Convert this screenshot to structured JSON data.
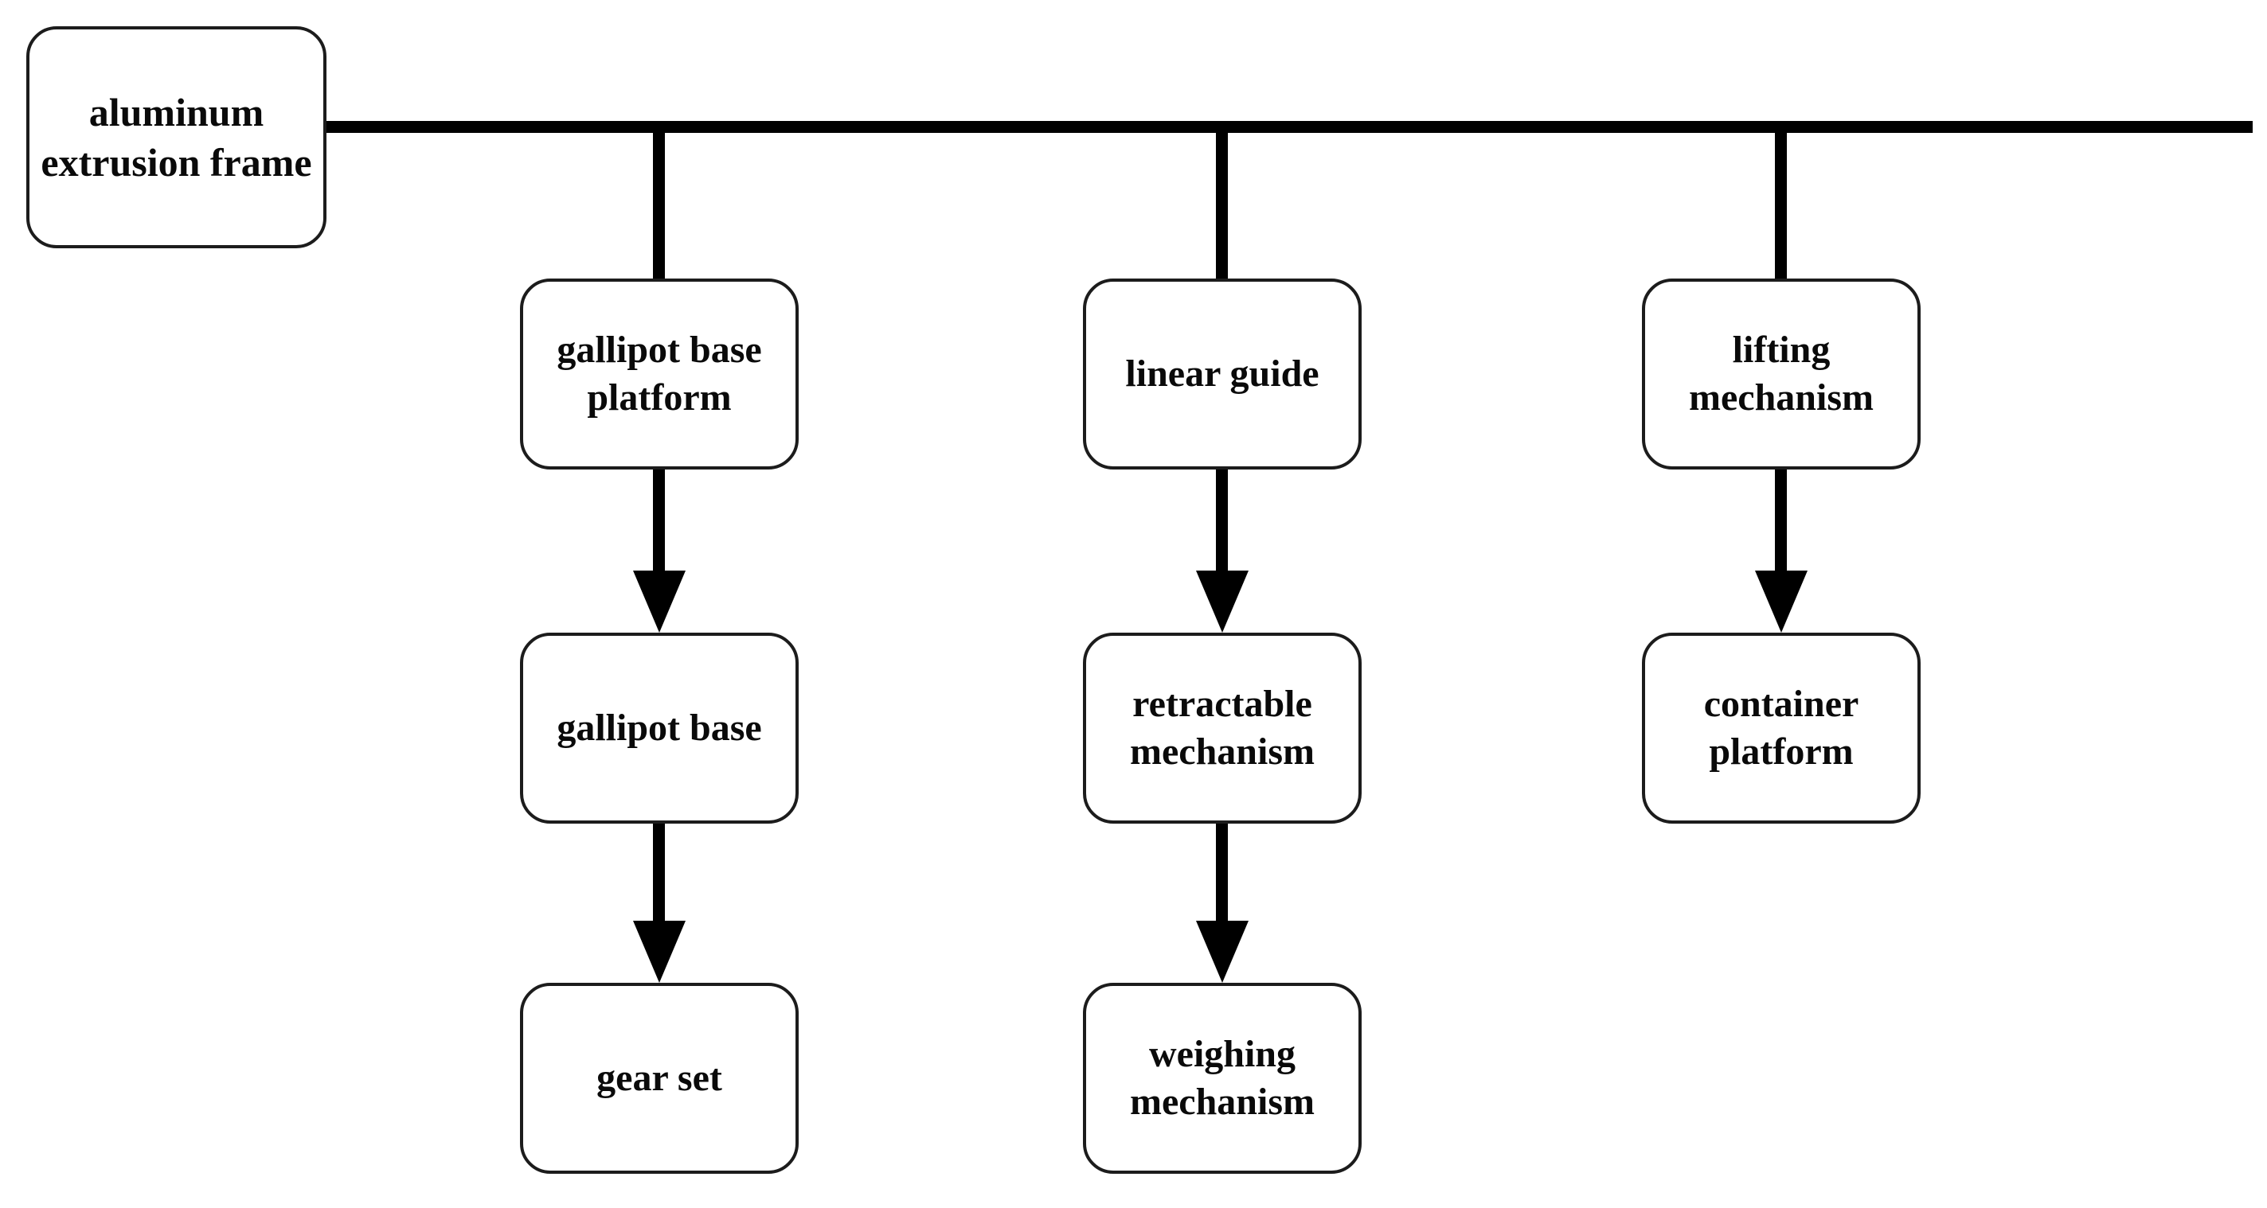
{
  "diagram": {
    "background": "#ffffff",
    "line_color": "#000000",
    "box_border_color": "#1c1c1c",
    "box_fill_color": "#ffffff",
    "text_color": "#0a0a0a",
    "nodes": {
      "root": "aluminum\nextrusion frame",
      "col1": [
        "gallipot base\nplatform",
        "gallipot base",
        "gear set"
      ],
      "col2": [
        "linear guide",
        "retractable\nmechanism",
        "weighing\nmechanism"
      ],
      "col3": [
        "lifting\nmechanism",
        "container\nplatform"
      ]
    },
    "structure": {
      "root_feeds": [
        "gallipot base platform",
        "linear guide",
        "lifting mechanism"
      ],
      "chains": [
        [
          "gallipot base platform",
          "gallipot base",
          "gear set"
        ],
        [
          "linear guide",
          "retractable mechanism",
          "weighing mechanism"
        ],
        [
          "lifting mechanism",
          "container platform"
        ]
      ]
    }
  }
}
